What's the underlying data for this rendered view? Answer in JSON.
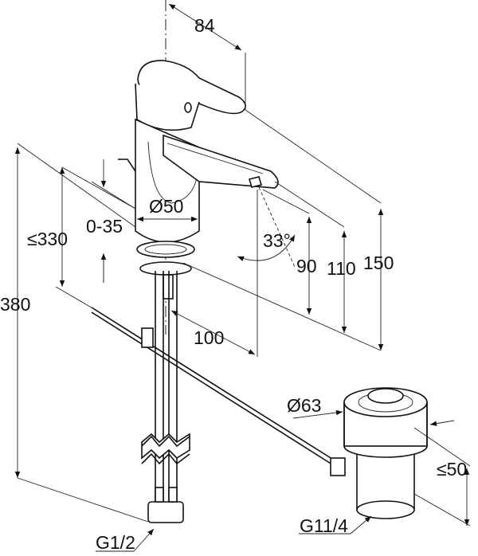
{
  "title": "Basin mixer dimension drawing",
  "dimensions": {
    "lever_reach": "84",
    "body_diameter": "Ø50",
    "deck_thickness": "0-35",
    "max_hose_length": "≤330",
    "total_hose_length": "380",
    "spout_angle": "33°",
    "spout_height": "90",
    "spout_top_height": "110",
    "total_height": "150",
    "spout_projection": "100",
    "waste_diameter": "Ø63",
    "waste_height": "≤50",
    "supply_thread": "G1/2",
    "waste_thread": "G11/4"
  }
}
